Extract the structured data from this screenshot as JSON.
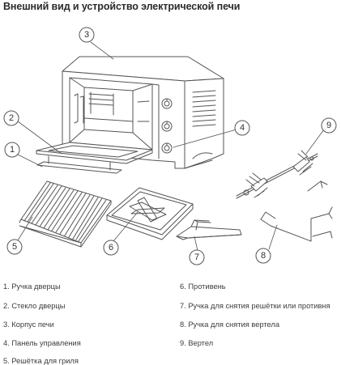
{
  "title": "Внешний вид и устройство электрической печи",
  "callouts": [
    "1",
    "2",
    "3",
    "4",
    "5",
    "6",
    "7",
    "8",
    "9"
  ],
  "legend": [
    "1. Ручка дверцы",
    "2. Стекло дверцы",
    "3. Корпус печи",
    "4. Панель управления",
    "5. Решётка для гриля",
    "6. Противень",
    "7. Ручка для снятия решётки или противня",
    "8. Ручка для снятия вертела",
    "9. Вертел"
  ],
  "colors": {
    "line": "#555555",
    "fill": "#ffffff",
    "text": "#333333"
  }
}
